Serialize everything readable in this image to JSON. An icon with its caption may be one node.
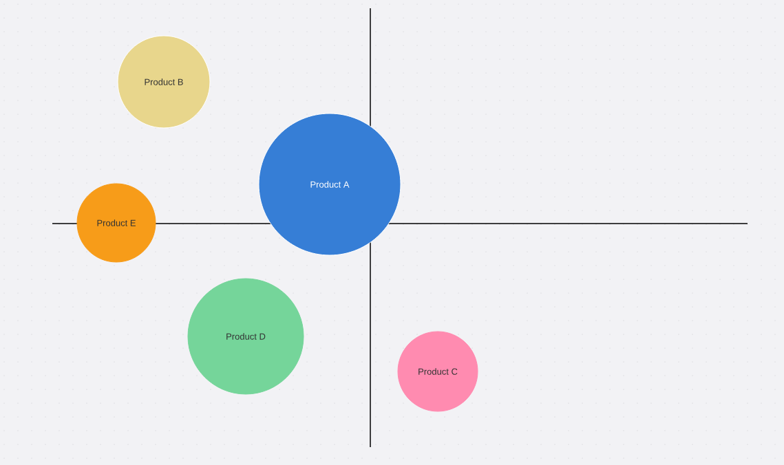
{
  "diagram": {
    "nodes": [
      {
        "text": [
          "Product B"
        ]
      },
      {
        "text": [
          "Product A"
        ]
      },
      {
        "text": [
          "Product E"
        ]
      },
      {
        "text": [
          "Product D"
        ]
      },
      {
        "text": [
          "Product C"
        ]
      }
    ]
  }
}
